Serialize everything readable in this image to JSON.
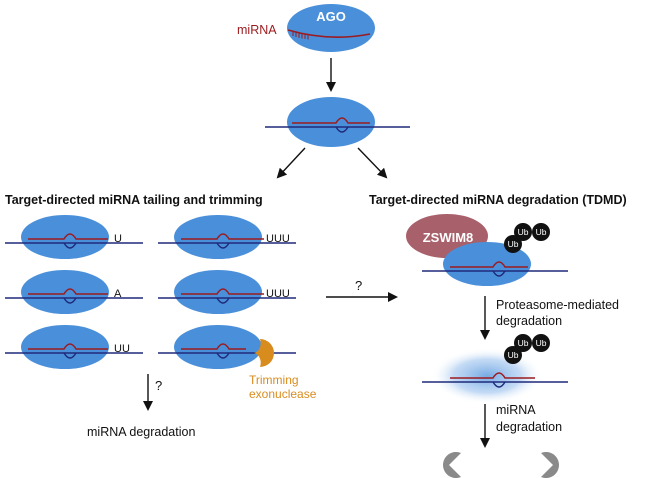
{
  "labels": {
    "ago": "AGO",
    "mirna": "miRNA",
    "left_heading": "Target-directed miRNA tailing and trimming",
    "right_heading": "Target-directed miRNA degradation (TDMD)",
    "tail_u": "U",
    "tail_uuu_1": "UUU",
    "tail_a": "A",
    "tail_uuu_2": "UUU",
    "tail_uu": "UU",
    "trimming_1": "Trimming",
    "trimming_2": "exonuclease",
    "question_mid": "?",
    "question_left": "?",
    "mirna_degradation_left": "miRNA degradation",
    "zswim8": "ZSWIM8",
    "ub": "Ub",
    "proteasome_1": "Proteasome-mediated",
    "proteasome_2": "degradation",
    "mirna_deg_1": "miRNA",
    "mirna_deg_2": "degradation"
  },
  "colors": {
    "ago_blue": "#4a8fd9",
    "mirna_red": "#9b1b1f",
    "target_navy": "#1f2a7a",
    "exonuclease_orange": "#d98c1e",
    "zswim8_mauve": "#a8606b",
    "ub_black": "#111111",
    "proteasome_gray": "#8a8a8a"
  }
}
